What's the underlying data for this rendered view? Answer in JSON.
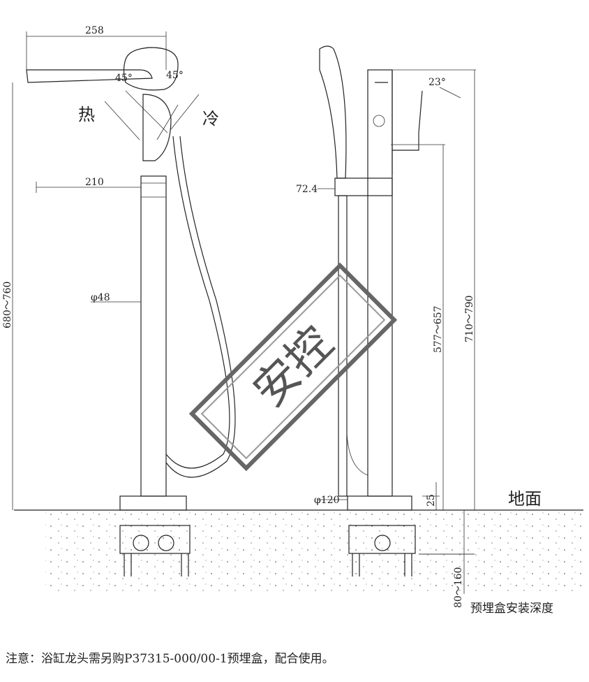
{
  "dimensions": {
    "spout_length": "258",
    "angle_hot": "45°",
    "angle_cold": "45°",
    "hot_label": "热",
    "cold_label": "冷",
    "spout_to_body": "210",
    "body_diameter": "φ48",
    "total_height": "680～760",
    "holder_offset": "72.4",
    "handle_angle": "23°",
    "handle_height": "577～657",
    "top_height": "710～790",
    "base_diameter": "φ120",
    "base_height": "25",
    "floor_label": "地面",
    "box_depth": "80～160",
    "box_depth_label": "预埋盒安装深度"
  },
  "watermark": "安控",
  "note": "注意：浴缸龙头需另购P37315-000/00-1预埋盒，配合使用。"
}
